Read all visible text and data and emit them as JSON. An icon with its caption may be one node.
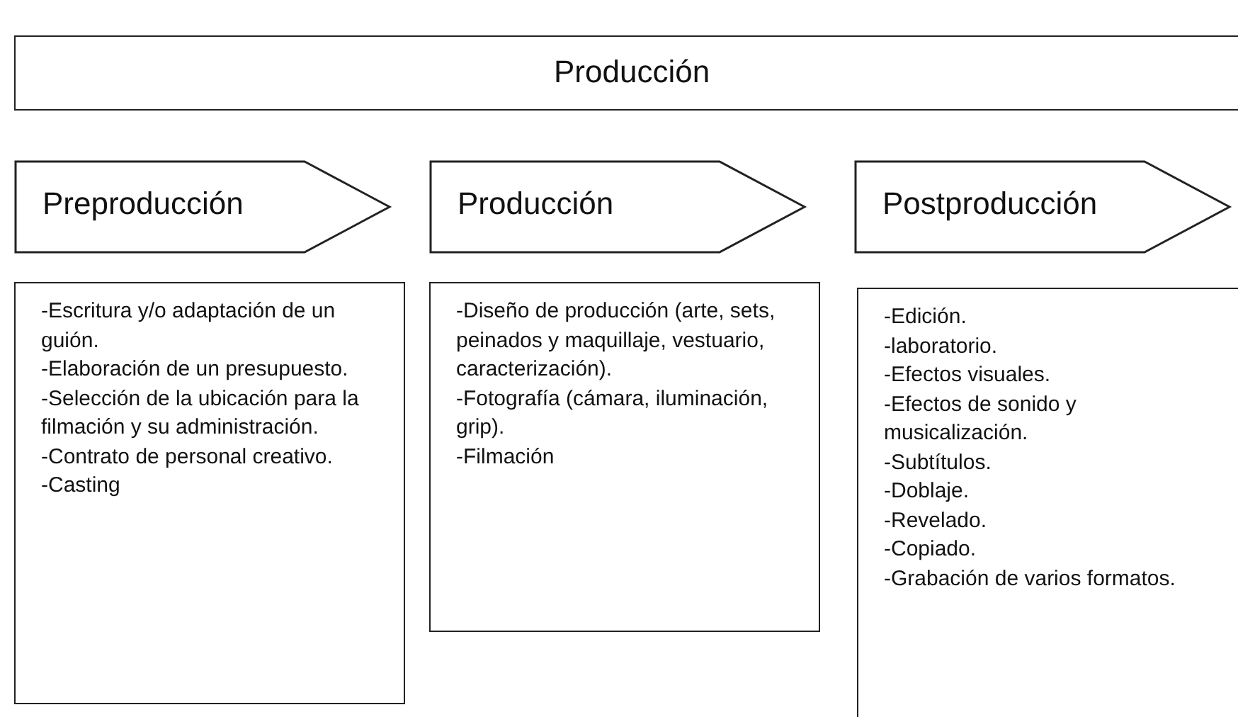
{
  "diagram": {
    "nodes": [
      {
        "text": [
          "Producción"
        ]
      },
      {
        "text": [
          "Preproducción"
        ]
      },
      {
        "text": [
          "Producción"
        ]
      },
      {
        "text": [
          "Postproducción"
        ]
      },
      {
        "text": [
          "-Escritura y/o adaptación de un guión.",
          "-Elaboración de un presupuesto.",
          "-Selección de la ubicación para la filmación y su administración.",
          "-Contrato de personal creativo.",
          "-Casting"
        ]
      },
      {
        "text": [
          "-Diseño de producción (arte, sets, peinados y maquillaje, vestuario, caracterización).",
          "-Fotografía (cámara, iluminación, grip).",
          "-Filmación"
        ]
      },
      {
        "text": [
          "-Edición.",
          "-laboratorio.",
          "-Efectos visuales.",
          "-Efectos de sonido y musicalización.",
          "-Subtítulos.",
          "-Doblaje.",
          "-Revelado.",
          "-Copiado.",
          "-Grabación de varios formatos."
        ]
      }
    ],
    "edges": []
  }
}
